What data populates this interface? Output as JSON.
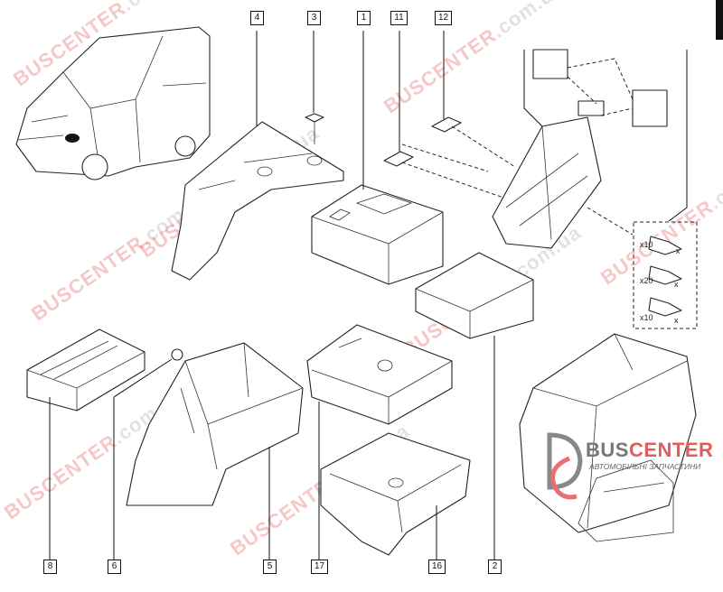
{
  "diagram": {
    "callouts_top": [
      "4",
      "3",
      "1",
      "11",
      "12"
    ],
    "callouts_bottom": [
      "8",
      "6",
      "5",
      "17",
      "16",
      "2"
    ],
    "terminal_quantities": [
      "x10",
      "x20",
      "x10"
    ],
    "dimension_label": "x",
    "watermark": {
      "part1": "BUSCENTER",
      "part2": ".com.ua"
    },
    "logo": {
      "name_a": "BUS",
      "name_b": "CENTER",
      "subtitle": "АВТОМОБІЛЬНІ ЗАПЧАСТИНИ"
    },
    "colors": {
      "watermark_red": "#e23b3b",
      "watermark_gray": "#999999",
      "line": "#222222"
    }
  }
}
